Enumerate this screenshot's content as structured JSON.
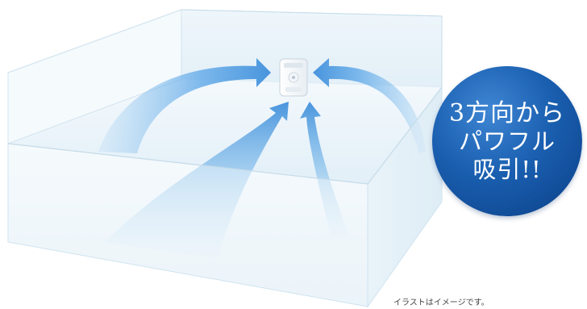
{
  "badge": {
    "line1": "3方向から",
    "line2": "パワフル",
    "line3": "吸引!!"
  },
  "caption": "イラストはイメージです。",
  "colors": {
    "badge": "#1a5fb0",
    "airflow": "#5fa8e8",
    "box_edge": "#cfe3ef",
    "box_face": "#e6f1f8"
  },
  "icons": {
    "device": "air-purifier-icon",
    "airflow_arrows": "arrow-icon"
  }
}
